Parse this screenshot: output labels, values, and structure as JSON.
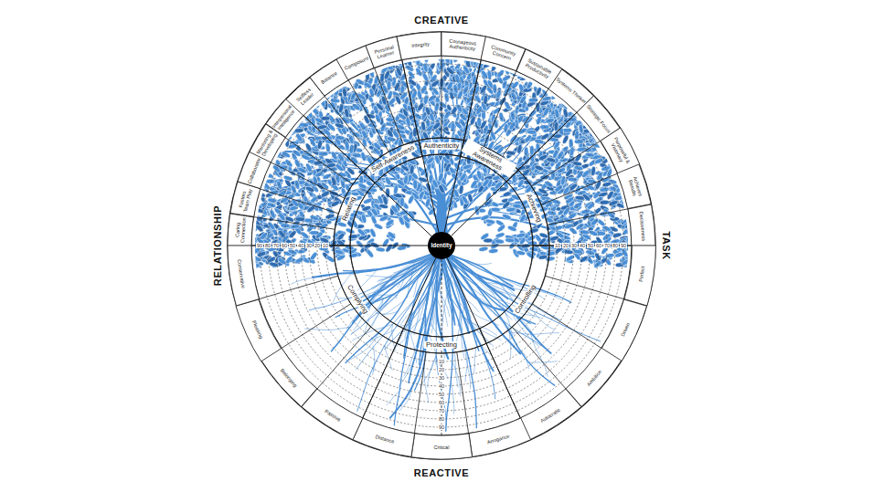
{
  "diagram": {
    "nodes": [
      {
        "text": [
          "Caring Connection"
        ]
      },
      {
        "text": [
          "Fosters Team Play"
        ]
      },
      {
        "text": [
          "Collaborator"
        ]
      },
      {
        "text": [
          "Mentoring & Developing"
        ]
      },
      {
        "text": [
          "Interpersonal Intelligence"
        ]
      },
      {
        "text": [
          "Selfless Leader"
        ]
      },
      {
        "text": [
          "Balance"
        ]
      },
      {
        "text": [
          "Composure"
        ]
      },
      {
        "text": [
          "Personal Learner"
        ]
      },
      {
        "text": [
          "Integrity"
        ]
      },
      {
        "text": [
          "Courageous Authenticity"
        ]
      },
      {
        "text": [
          "Community Concern"
        ]
      },
      {
        "text": [
          "Sustainable Productivity"
        ]
      },
      {
        "text": [
          "Systems Thinker"
        ]
      },
      {
        "text": [
          "Strategic Focus"
        ]
      },
      {
        "text": [
          "Purposeful & Visionary"
        ]
      },
      {
        "text": [
          "Achieves Results"
        ]
      },
      {
        "text": [
          "Decisiveness"
        ]
      },
      {
        "text": [
          "Perfect"
        ]
      },
      {
        "text": [
          "Driven"
        ]
      },
      {
        "text": [
          "Ambition"
        ]
      },
      {
        "text": [
          "Autocratic"
        ]
      },
      {
        "text": [
          "Arrogance"
        ]
      },
      {
        "text": [
          "Critical"
        ]
      },
      {
        "text": [
          "Distance"
        ]
      },
      {
        "text": [
          "Passive"
        ]
      },
      {
        "text": [
          "Belonging"
        ]
      },
      {
        "text": [
          "Pleasing"
        ]
      },
      {
        "text": [
          "Conservative"
        ]
      },
      {
        "text": [
          "Relating"
        ]
      },
      {
        "text": [
          "Self-Awareness"
        ]
      },
      {
        "text": [
          "Authenticity"
        ]
      },
      {
        "text": [
          "Systems Awareness"
        ]
      },
      {
        "text": [
          "Achieving"
        ]
      },
      {
        "text": [
          "Controlling"
        ]
      },
      {
        "text": [
          "Protecting"
        ]
      },
      {
        "text": [
          "Complying"
        ]
      },
      {
        "text": [
          "Identity"
        ]
      }
    ],
    "labels": [
      "CREATIVE",
      "RELATIONSHIP",
      "TASK",
      "REACTIVE",
      "10",
      "20",
      "30",
      "40",
      "50",
      "60",
      "70",
      "80",
      "90",
      "90",
      "80",
      "70",
      "60",
      "50",
      "40",
      "30",
      "20",
      "10",
      "10",
      "20",
      "30",
      "40",
      "50",
      "60",
      "70",
      "80",
      "90"
    ]
  }
}
